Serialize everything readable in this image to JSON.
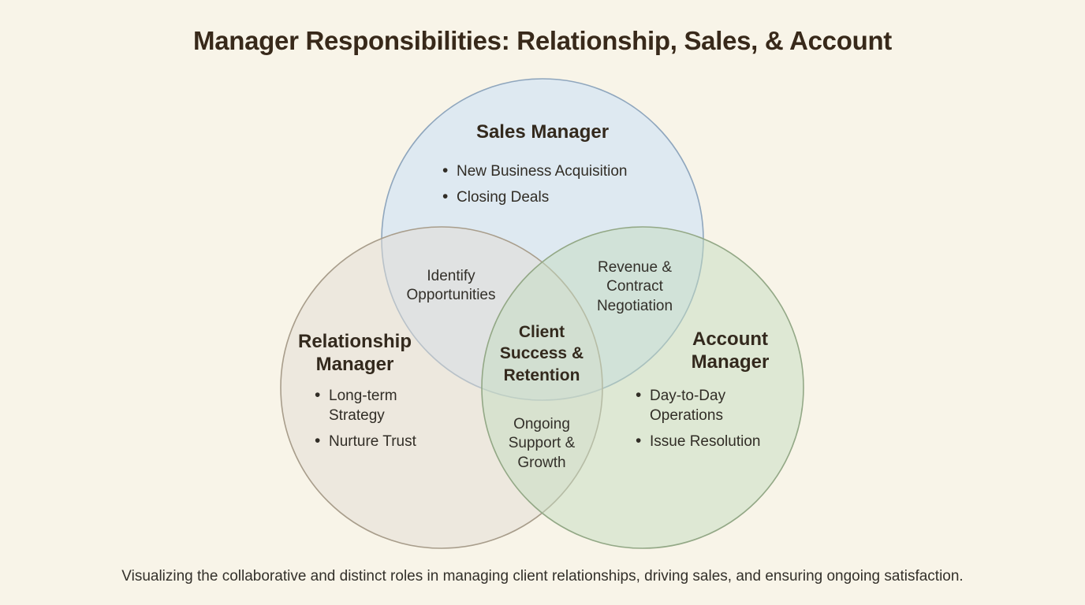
{
  "title": "Manager Responsibilities: Relationship, Sales, & Account",
  "caption": "Visualizing the collaborative and distinct roles in managing client relationships, driving sales, and ensuring ongoing satisfaction.",
  "colors": {
    "background": "#f8f4e8",
    "title_text": "#38291a",
    "body_text": "#312d26",
    "sales_fill": "#c4defa",
    "sales_stroke": "#8fa6bd",
    "relationship_fill": "#e2dcd4",
    "relationship_stroke": "#a89d8b",
    "account_fill": "#c4dcc0",
    "account_stroke": "#93a886"
  },
  "venn": {
    "circles": [
      {
        "id": "sales",
        "label": "Sales Manager",
        "items": [
          "New Business Acquisition",
          "Closing Deals"
        ],
        "fill": "#c4defa",
        "stroke": "#8fa6bd"
      },
      {
        "id": "relationship",
        "label": "Relationship Manager",
        "items": [
          "Long-term Strategy",
          "Nurture Trust"
        ],
        "fill": "#e2dcd4",
        "stroke": "#a89d8b"
      },
      {
        "id": "account",
        "label": "Account Manager",
        "items": [
          "Day-to-Day Operations",
          "Issue Resolution"
        ],
        "fill": "#c4dcc0",
        "stroke": "#93a886"
      }
    ],
    "overlaps": {
      "sales_relationship": "Identify Opportunities",
      "sales_account": "Revenue & Contract Negotiation",
      "relationship_account": "Ongoing Support & Growth",
      "center": "Client Success & Retention"
    }
  }
}
